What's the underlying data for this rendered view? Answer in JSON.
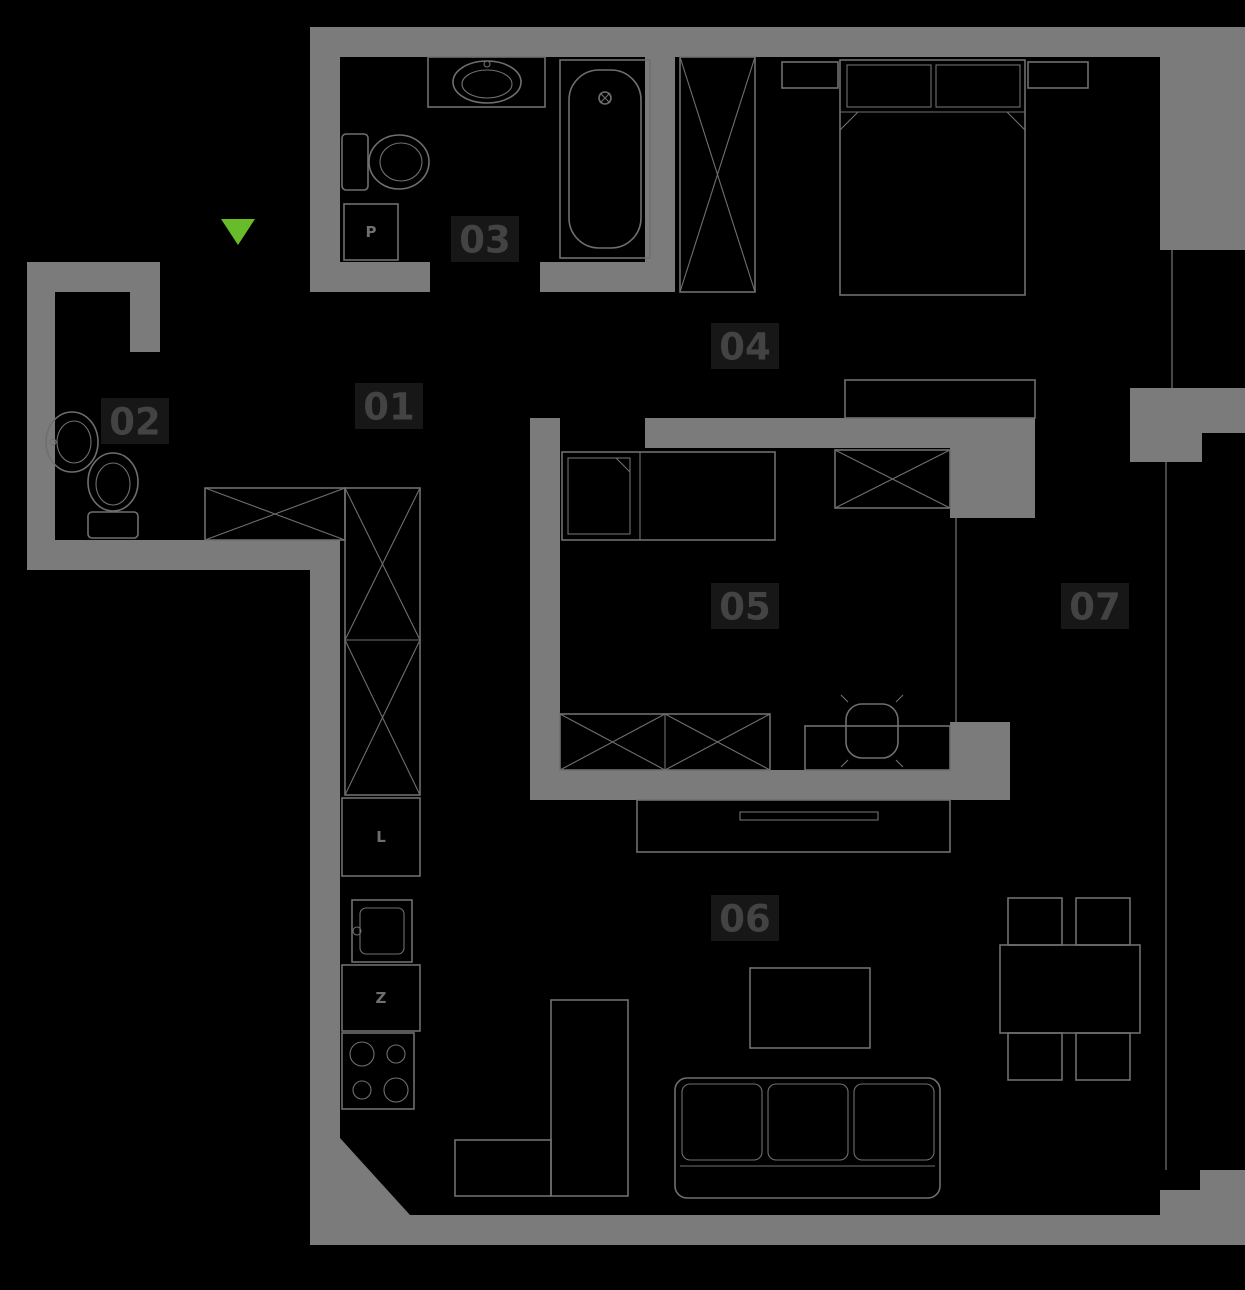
{
  "document_title": "Floor plan",
  "colors": {
    "background": "#000000",
    "wall": "#7b7b7b",
    "line": "#6f6f6f",
    "line-dim": "#474747",
    "label-bg": "#171717",
    "label-text": "#434343",
    "accent-green": "#69bc29"
  },
  "rooms": {
    "r01": {
      "label": "01"
    },
    "r02": {
      "label": "02"
    },
    "r03": {
      "label": "03"
    },
    "r04": {
      "label": "04"
    },
    "r05": {
      "label": "05"
    },
    "r06": {
      "label": "06"
    },
    "r07": {
      "label": "07"
    }
  },
  "appliances": {
    "washer": {
      "label": "P"
    },
    "fridge": {
      "label": "L"
    },
    "dishwasher": {
      "label": "Z"
    }
  }
}
